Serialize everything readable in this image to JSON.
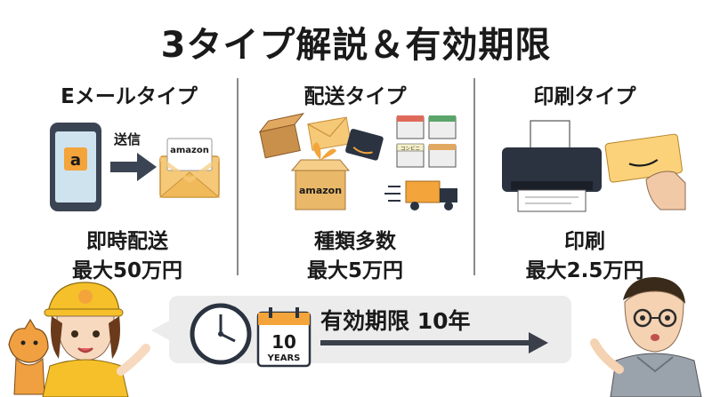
{
  "title": "3タイプ解説＆有効期限",
  "columns": [
    {
      "heading": "Eメールタイプ",
      "line1": "即時配送",
      "line2": "最大50万円"
    },
    {
      "heading": "配送タイプ",
      "line1": "種類多数",
      "line2": "最大5万円"
    },
    {
      "heading": "印刷タイプ",
      "line1": "印刷",
      "line2": "最大2.5万円"
    }
  ],
  "email_art": {
    "send_label": "送信",
    "envelope_brand": "amazon"
  },
  "delivery_art": {
    "box_brand": "amazon",
    "store_label": "コンビニ"
  },
  "validity": {
    "text": "有効期限 10年",
    "calendar_number": "10",
    "calendar_unit": "YEARS"
  },
  "colors": {
    "amazon_orange": "#f3a43a",
    "dark": "#2b3340",
    "banner_bg": "#ececec",
    "card_yellow": "#fbd27a"
  }
}
